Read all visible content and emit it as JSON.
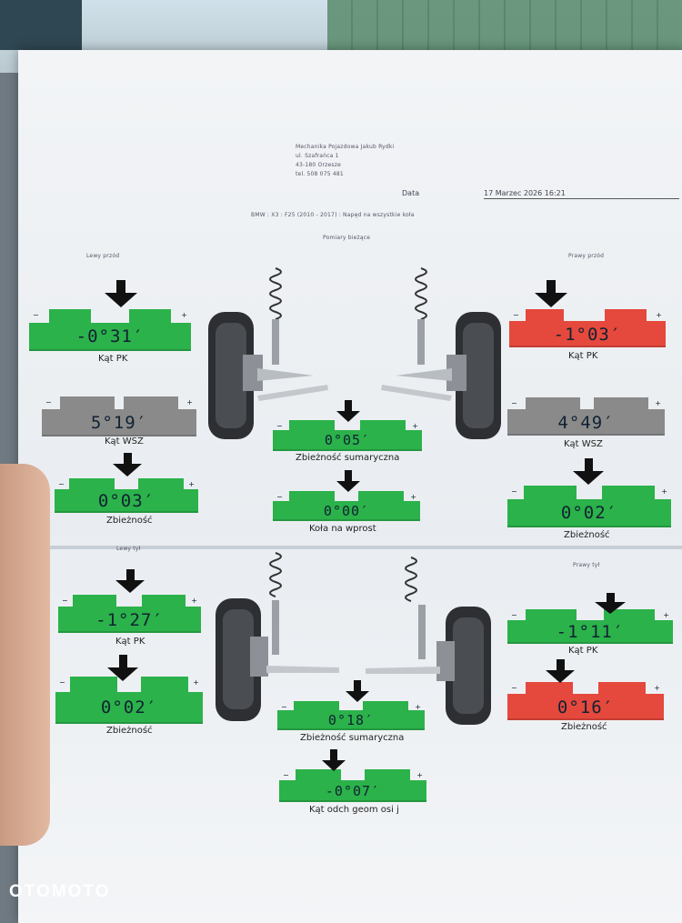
{
  "header": {
    "company": "Mechanika Pojazdowa Jakub Rydki",
    "street": "ul. Szafrańca 1",
    "city": "43-180 Orzesze",
    "phone": "tel. 508 075 481",
    "date_label": "Data",
    "date_value": "17 Marzec 2026 16:21",
    "vehicle": "BMW : X3      : F25 (2010 - 2017) : Napęd na wszystkie koła",
    "section": "Pomiary bieżące"
  },
  "front": {
    "left_title": "Lewy przód",
    "right_title": "Prawy przód",
    "left_camber": {
      "value": "-0°31′",
      "label": "Kąt PK",
      "color": "#2bb24a"
    },
    "right_camber": {
      "value": "-1°03′",
      "label": "Kąt PK",
      "color": "#e5483c"
    },
    "left_sai": {
      "value": "5°19′",
      "label": "Kąt WSZ",
      "color": "#8a8a8a"
    },
    "right_sai": {
      "value": "4°49′",
      "label": "Kąt WSZ",
      "color": "#8a8a8a"
    },
    "total_toe": {
      "value": "0°05′",
      "label": "Zbieżność sumaryczna",
      "color": "#2bb24a"
    },
    "left_toe": {
      "value": "0°03′",
      "label": "Zbieżność",
      "color": "#2bb24a"
    },
    "setback": {
      "value": "0°00′",
      "label": "Koła na wprost",
      "color": "#2bb24a"
    },
    "right_toe": {
      "value": "0°02′",
      "label": "Zbieżność",
      "color": "#2bb24a"
    }
  },
  "rear": {
    "left_title": "Lewy tył",
    "right_title": "Prawy tył",
    "left_camber": {
      "value": "-1°27′",
      "label": "Kąt PK",
      "color": "#2bb24a"
    },
    "right_camber": {
      "value": "-1°11′",
      "label": "Kąt PK",
      "color": "#2bb24a"
    },
    "left_toe": {
      "value": "0°02′",
      "label": "Zbieżność",
      "color": "#2bb24a"
    },
    "right_toe": {
      "value": "0°16′",
      "label": "Zbieżność",
      "color": "#e5483c"
    },
    "total_toe": {
      "value": "0°18′",
      "label": "Zbieżność sumaryczna",
      "color": "#2bb24a"
    },
    "thrust": {
      "value": "-0°07′",
      "label": "Kąt odch geom osi j",
      "color": "#2bb24a"
    }
  },
  "watermark": "OTOMOTO"
}
